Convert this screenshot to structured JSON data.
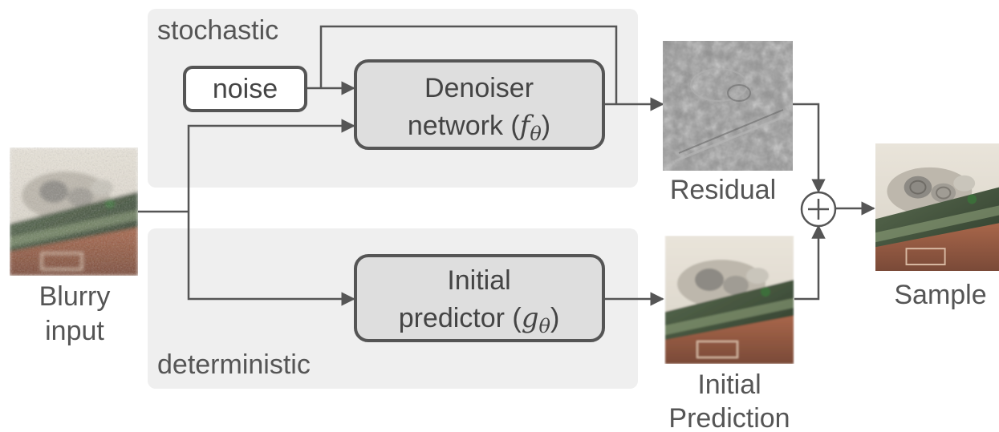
{
  "regions": {
    "stochastic": "stochastic",
    "deterministic": "deterministic"
  },
  "nodes": {
    "noise": "noise",
    "denoiser": {
      "line1": "Denoiser",
      "line2_prefix": "network (",
      "symbol": "f",
      "subscript": "θ",
      "line2_suffix": ")"
    },
    "predictor": {
      "line1": "Initial",
      "line2_prefix": "predictor (",
      "symbol": "g",
      "subscript": "θ",
      "line2_suffix": ")"
    }
  },
  "images": {
    "blurry_input": {
      "line1": "Blurry",
      "line2": "input"
    },
    "residual": {
      "line1": "Residual"
    },
    "initial_prediction": {
      "line1": "Initial",
      "line2": "Prediction"
    },
    "sample": {
      "line1": "Sample"
    }
  },
  "colors": {
    "region_fill": "#efefef",
    "box_fill": "#dedede",
    "box_stroke": "#555555",
    "wire": "#555555"
  }
}
